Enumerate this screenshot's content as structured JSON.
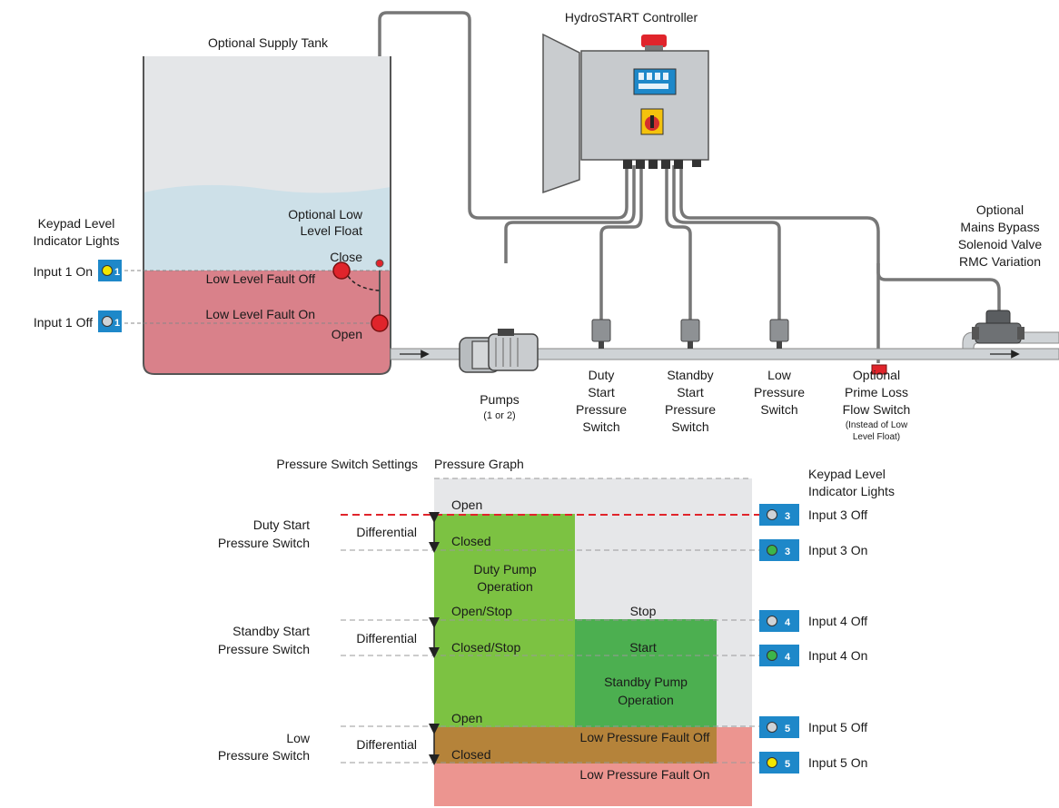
{
  "top": {
    "controller_title": "HydroSTART Controller",
    "tank_title": "Optional Supply Tank"
  },
  "left_keypad": {
    "heading_line1": "Keypad Level",
    "heading_line2": "Indicator Lights",
    "rows": [
      {
        "label": "Input 1 On",
        "number": "1",
        "light": "#f2e600"
      },
      {
        "label": "Input 1 Off",
        "number": "1",
        "light": "#cfd3d7"
      }
    ]
  },
  "tank": {
    "float_label_line1": "Optional Low",
    "float_label_line2": "Level Float",
    "close_label": "Close",
    "open_label": "Open",
    "fault_off": "Low Level Fault Off",
    "fault_on": "Low Level Fault On"
  },
  "components": {
    "pumps_line1": "Pumps",
    "pumps_line2": "(1 or 2)",
    "duty": [
      "Duty",
      "Start",
      "Pressure",
      "Switch"
    ],
    "standby": [
      "Standby",
      "Start",
      "Pressure",
      "Switch"
    ],
    "low": [
      "Low",
      "Pressure",
      "Switch"
    ],
    "prime": [
      "Optional",
      "Prime Loss",
      "Flow Switch"
    ],
    "prime_note": [
      "(Instead of Low",
      "Level Float)"
    ],
    "bypass": [
      "Optional",
      "Mains Bypass",
      "Solenoid Valve",
      "RMC Variation"
    ]
  },
  "graph": {
    "settings_title": "Pressure Switch Settings",
    "graph_title": "Pressure Graph",
    "right_heading_line1": "Keypad Level",
    "right_heading_line2": "Indicator Lights",
    "switches": [
      {
        "line1": "Duty Start",
        "line2": "Pressure Switch",
        "differential": "Differential"
      },
      {
        "line1": "Standby Start",
        "line2": "Pressure Switch",
        "differential": "Differential"
      },
      {
        "line1": "Low",
        "line2": "Pressure Switch",
        "differential": "Differential"
      }
    ],
    "duty": {
      "open": "Open",
      "closed": "Closed",
      "operation_line1": "Duty Pump",
      "operation_line2": "Operation"
    },
    "standby": {
      "open": "Open/Stop",
      "closed": "Closed/Stop",
      "stop": "Stop",
      "start": "Start",
      "operation_line1": "Standby Pump",
      "operation_line2": "Operation"
    },
    "low": {
      "open": "Open",
      "closed": "Closed",
      "fault_off": "Low Pressure Fault Off",
      "fault_on": "Low Pressure Fault On"
    },
    "inputs": [
      {
        "label": "Input 3 Off",
        "number": "3",
        "light": "#cfd3d7"
      },
      {
        "label": "Input 3 On",
        "number": "3",
        "light": "#3cb54a"
      },
      {
        "label": "Input 4 Off",
        "number": "4",
        "light": "#cfd3d7"
      },
      {
        "label": "Input 4 On",
        "number": "4",
        "light": "#3cb54a"
      },
      {
        "label": "Input 5 Off",
        "number": "5",
        "light": "#cfd3d7"
      },
      {
        "label": "Input 5 On",
        "number": "5",
        "light": "#f2e600"
      }
    ]
  },
  "colors": {
    "tank_air": "#e4e6e8",
    "tank_water": "#cde0e8",
    "tank_fault": "#d9818a",
    "duty_green": "#7cc242",
    "standby_green": "#4caf50",
    "low_fault_brown": "#b5833a",
    "low_fault_pink": "#ec9590",
    "keypad_blue": "#1e88c9",
    "pipe_grey": "#cfd3d6",
    "float_red": "#e0242b"
  }
}
